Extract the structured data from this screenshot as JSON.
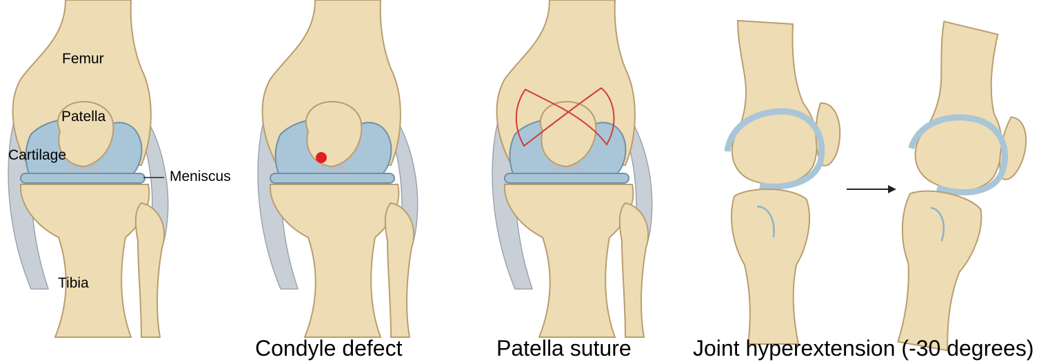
{
  "labels": {
    "femur": "Femur",
    "patella": "Patella",
    "cartilage": "Cartilage",
    "meniscus": "Meniscus",
    "tibia": "Tibia"
  },
  "captions": {
    "condyle": "Condyle defect",
    "patella": "Patella suture",
    "hyperextension": "Joint hyperextension (-30 degrees)"
  },
  "colors": {
    "bone": "#eedcb4",
    "bone_outline": "#b99d6e",
    "cartilage": "#a9c6d8",
    "cartilage_outline": "#6f8fa6",
    "ligament": "#c9cfd6",
    "defect": "#e01f1f",
    "suture": "#d23a3a"
  }
}
